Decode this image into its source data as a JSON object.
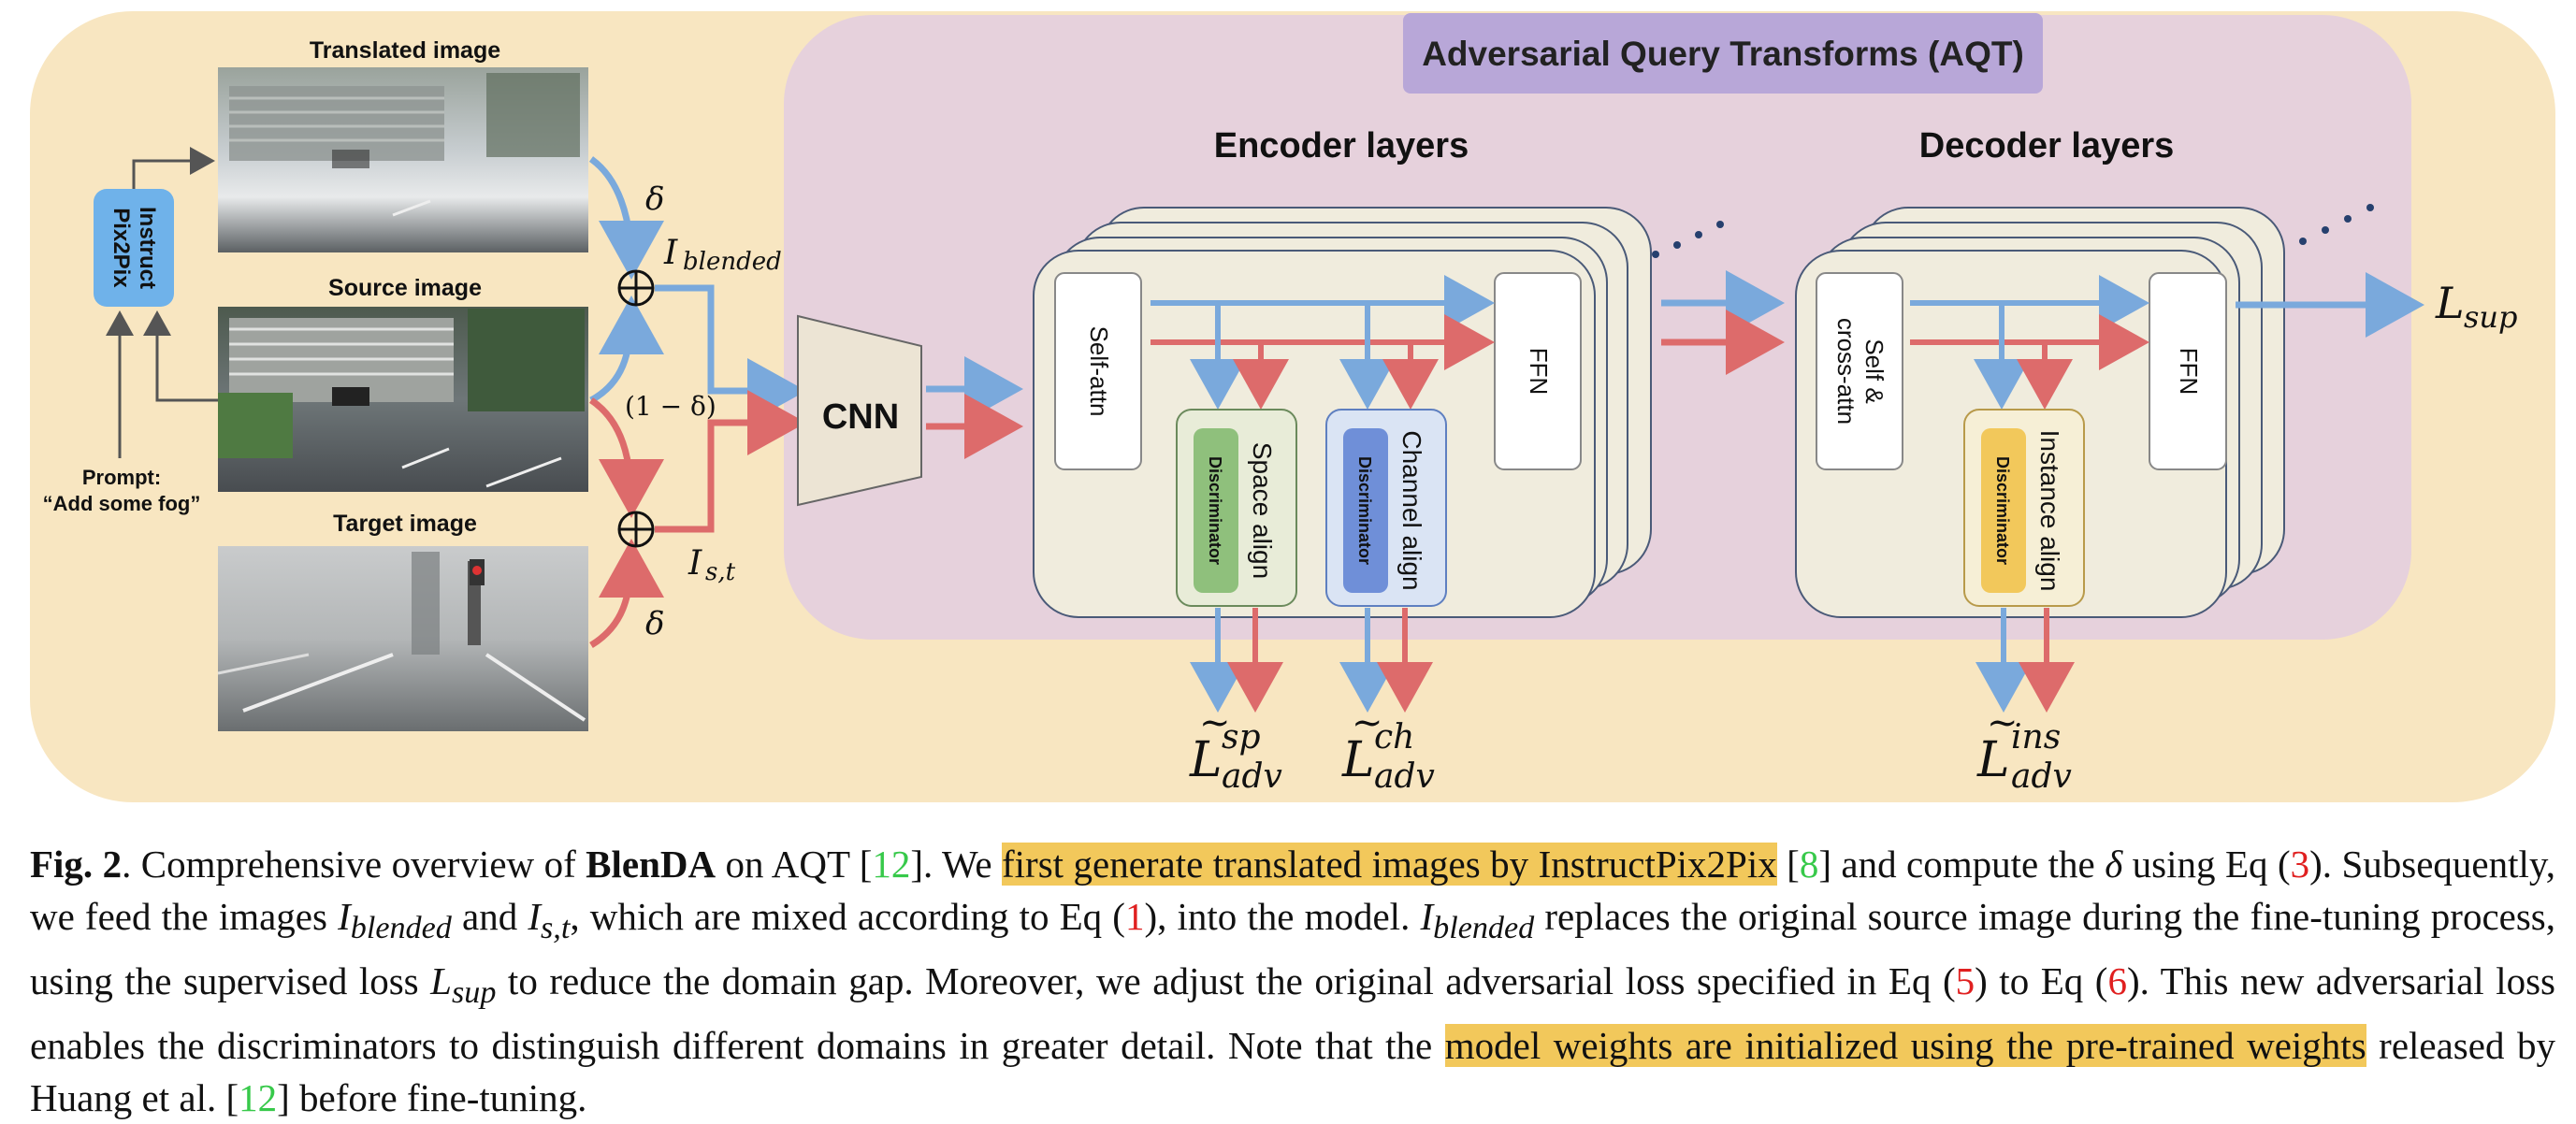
{
  "colors": {
    "outer_bg": "#f8e6c1",
    "aqt_bg": "#e6d1dc",
    "aqt_title_bg": "#b8a7d8",
    "layer_card": "#f0ecdd",
    "blue_arrow": "#7aa9dc",
    "red_arrow": "#dd6b6b",
    "instruct_box": "#6fb2ea",
    "space_disc": "#8fc07c",
    "channel_disc": "#6f8fd8",
    "instance_disc": "#f2c85b",
    "highlight": "#f2c85b",
    "ref_green": "#37c94a",
    "ref_red": "#e02020"
  },
  "figure": {
    "translated_label": "Translated image",
    "source_label": "Source image",
    "target_label": "Target image",
    "instruct_label_1": "Instruct",
    "instruct_label_2": "Pix2Pix",
    "prompt_label_1": "Prompt:",
    "prompt_label_2": "“Add some fog”",
    "delta_top": "δ",
    "delta_bottom": "δ",
    "i_blended": "I",
    "i_blended_sub": "blended",
    "one_minus_delta": "(1 − δ)",
    "i_st": "I",
    "i_st_sub": "s,t",
    "cnn_label": "CNN",
    "aqt_title": "Adversarial Query Transforms (AQT)",
    "encoder_title": "Encoder layers",
    "decoder_title": "Decoder layers",
    "self_attn": "Self-attn",
    "ffn_enc": "FFN",
    "space_align": "Space align",
    "channel_align": "Channel align",
    "discriminator_1": "Discriminator",
    "discriminator_2": "Discriminator",
    "discriminator_3": "Discriminator",
    "self_cross_attn_1": "Self &",
    "self_cross_attn_2": "cross-attn",
    "ffn_dec": "FFN",
    "instance_align": "Instance align",
    "l_sup": "L",
    "l_sup_sub": "sup",
    "l_adv_sp_main": "L",
    "l_adv_sp_sup": "sp",
    "l_adv_sp_sub": "adv",
    "l_adv_ch_main": "L",
    "l_adv_ch_sup": "ch",
    "l_adv_ch_sub": "adv",
    "l_adv_ins_main": "L",
    "l_adv_ins_sup": "ins",
    "l_adv_ins_sub": "adv",
    "tilde": "~"
  },
  "caption": {
    "label": "Fig. 2",
    "t1": ". Comprehensive overview of ",
    "bold": "BlenDA",
    "t2": " on AQT [",
    "ref12a": "12",
    "t3": "]. We ",
    "hl1": "first generate translated images by InstructPix2Pix",
    "t4": " [",
    "ref8": "8",
    "t5": "] and compute the ",
    "delta": "δ",
    "t6": " using Eq (",
    "eq3": "3",
    "t7": "). Subsequently, we feed the images ",
    "m1": "I",
    "m1sub": "blended",
    "t8": " and ",
    "m2": "I",
    "m2sub": "s,t",
    "t9": ", which are mixed according to Eq (",
    "eq1": "1",
    "t10": "), into the model. ",
    "m3": "I",
    "m3sub": "blended",
    "t11": " replaces the original source image during the fine-tuning process, using the supervised loss ",
    "m4": "L",
    "m4sub": "sup",
    "t12": " to reduce the domain gap. Moreover, we adjust the original adversarial loss specified in Eq (",
    "eq5": "5",
    "t13": ") to Eq (",
    "eq6": "6",
    "t14": "). This new adversarial loss enables the discriminators to distinguish different domains in greater detail. Note that the ",
    "hl2": "model weights are initialized using the pre-trained weights",
    "t15": " released by Huang et al. [",
    "ref12b": "12",
    "t16": "] before fine-tuning."
  }
}
